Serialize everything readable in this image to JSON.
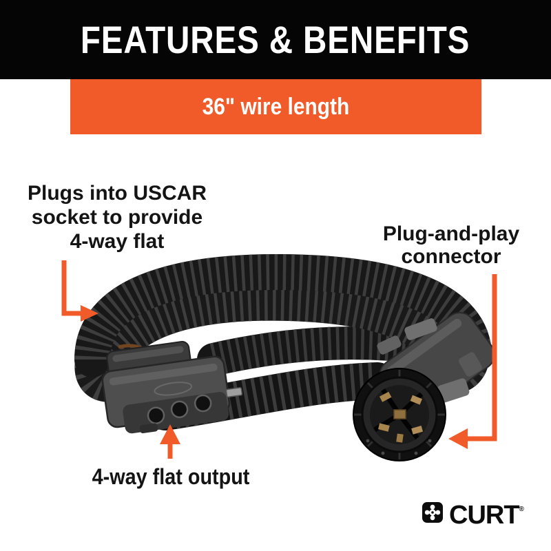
{
  "colors": {
    "accent_orange": "#F15A29",
    "header_bg": "#050505",
    "text": "#141414"
  },
  "header": {
    "title": "FEATURES & BENEFITS"
  },
  "feature_banner": {
    "label": "36\" wire length"
  },
  "callouts": {
    "uscar": {
      "line1": "Plugs into USCAR",
      "line2": "socket to provide",
      "line3": "4-way flat"
    },
    "connector": {
      "line1": "Plug-and-play",
      "line2": "connector"
    },
    "output": {
      "line1": "4-way flat output"
    }
  },
  "product": {
    "photo": "coiled-black-wiring-harness",
    "left_end": "4-way-flat-connector",
    "right_end": "7-way-round-uscar-connector"
  },
  "logo": {
    "icon": "curt-flower-mark",
    "brand": "CURT",
    "registered_mark": "®"
  }
}
